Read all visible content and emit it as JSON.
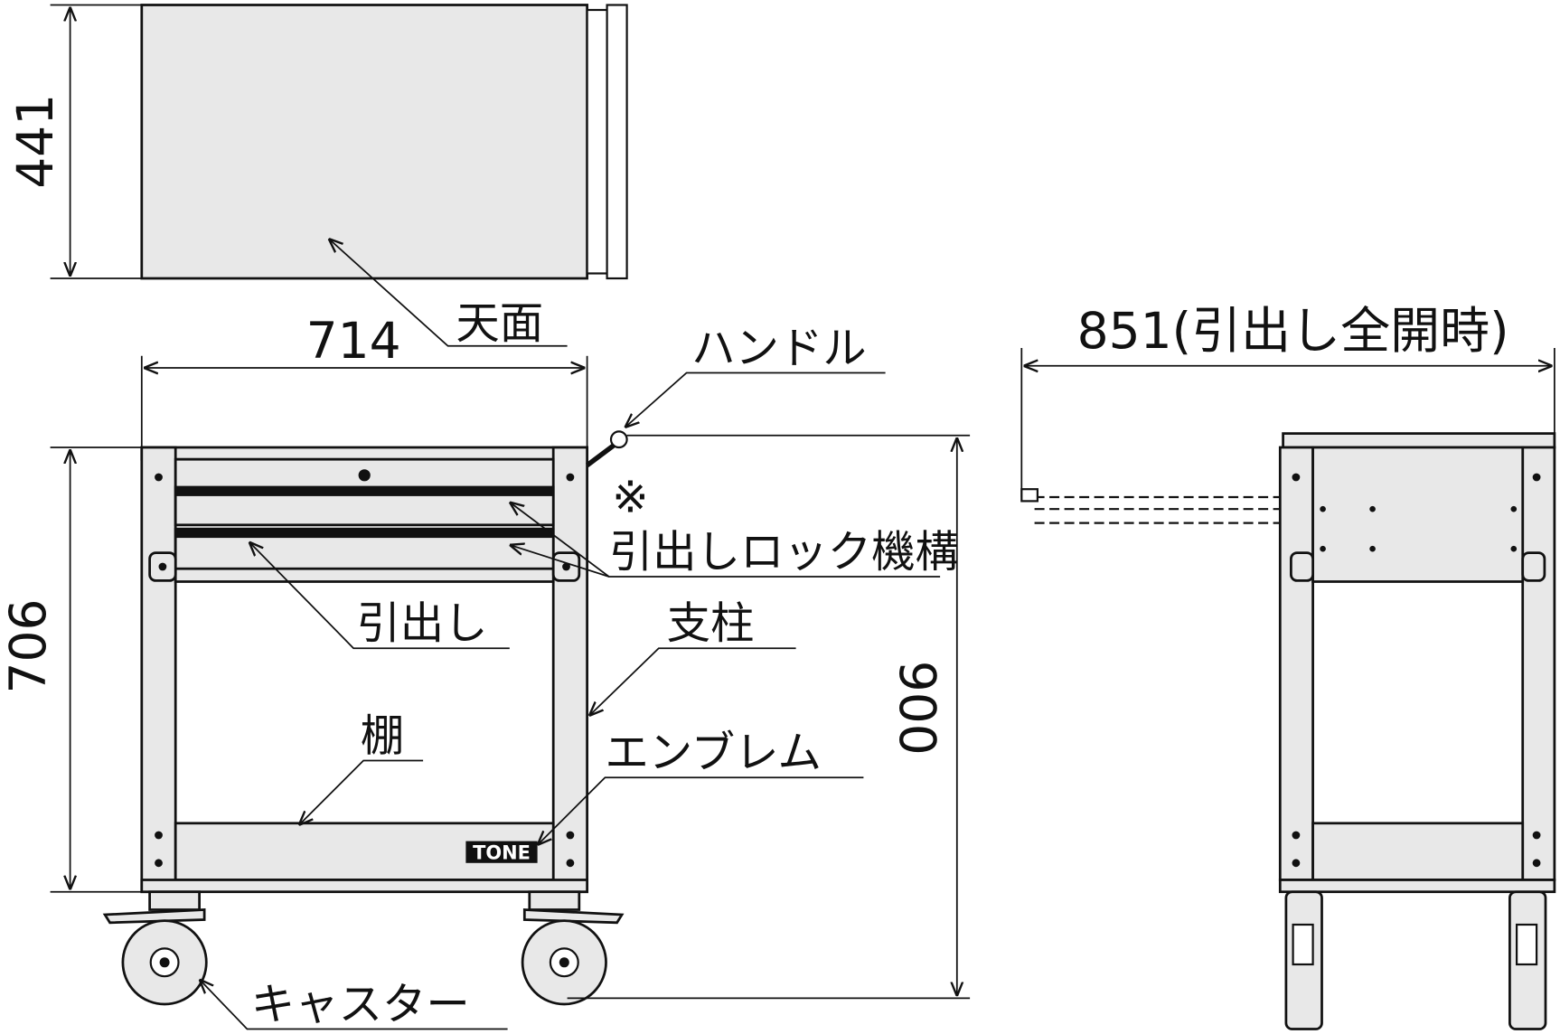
{
  "dimensions": {
    "depth": "441",
    "width": "714",
    "frame_height": "706",
    "total_height": "900",
    "extended_depth": "851(引出し全開時)"
  },
  "labels": {
    "top_plate": "天面",
    "handle": "ハンドル",
    "note_mark": "※",
    "drawer_lock": "引出しロック機構",
    "drawer": "引出し",
    "post": "支柱",
    "shelf": "棚",
    "emblem": "エンブレム",
    "caster": "キャスター"
  },
  "emblem_text": "TONE"
}
